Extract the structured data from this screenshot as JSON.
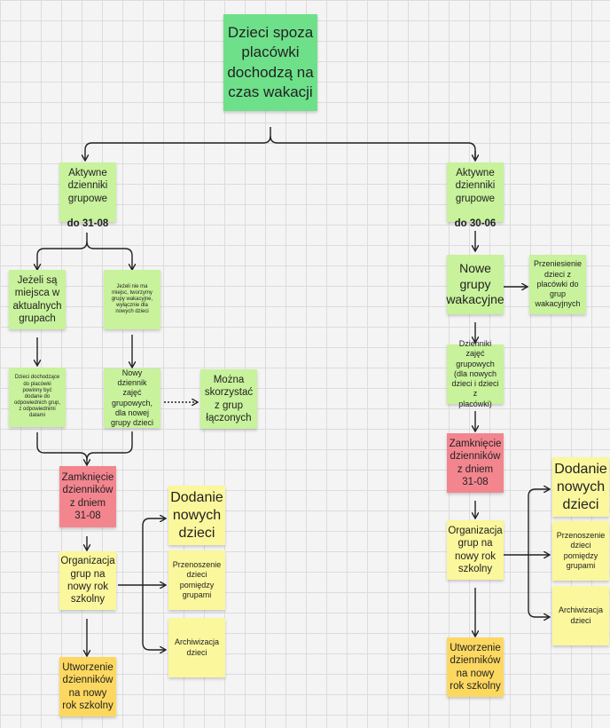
{
  "board": {
    "root": "Dzieci spoza\nplacówki\ndochodzą na\nczas wakacji",
    "left": {
      "head_text": "Aktywne\ndzienniki\ngrupowe",
      "head_bold": "do 31-08",
      "places": "Jeżeli są\nmiejsca w\naktualnych\ngrupach",
      "new_groups": "Jeżeli nie ma\nmiejsc, tworzymy\ngrupy wakacyjne,\nwyłącznie dla\nnowych dzieci",
      "added": "Dzieci dochodzące\ndo placówki\npowinny być\ndodane do\nodpowiednich grup,\nz odpowiednimi\ndatami",
      "new_journal": "Nowy dziennik\nzajęć\ngrupowych,\ndla nowej\ngrupy dzieci",
      "combined": "Można\nskorzystać\nz grup\nłączonych",
      "close": "Zamknięcie\ndzienników\nz dniem\n31-08",
      "organize": "Organizacja\ngrup na\nnowy rok\nszkolny",
      "create": "Utworzenie\ndzienników\nna nowy\nrok szkolny",
      "add_new": "Dodanie\nnowych\ndzieci",
      "move": "Przenoszenie\ndzieci\npomiędzy\ngrupami",
      "archive": "Archiwizacja\ndzieci"
    },
    "right": {
      "head_text": "Aktywne\ndzienniki\ngrupowe",
      "head_bold": "do 30-06",
      "new_groups": "Nowe\ngrupy\nwakacyjne",
      "transfer": "Przeniesienie\ndzieci z\nplacówki do\ngrup\nwakacyjnych",
      "journals": "Dzienniki zajęć\ngrupowych\n(dla nowych\ndzieci i dzieci z\nplacówki)",
      "close": "Zamknięcie\ndzienników\nz dniem\n31-08",
      "organize": "Organizacja\ngrup na\nnowy rok\nszkolny",
      "create": "Utworzenie\ndzienników\nna nowy\nrok szkolny",
      "add_new": "Dodanie\nnowych\ndzieci",
      "move": "Przenoszenie\ndzieci\npomiędzy\ngrupami",
      "archive": "Archiwizacja\ndzieci"
    }
  },
  "colors": {
    "root": "#6ee08a",
    "green": "#c8f29b",
    "red": "#f3858f",
    "yellow": "#fbf79c",
    "orange": "#fdd860",
    "connector": "#222222"
  }
}
